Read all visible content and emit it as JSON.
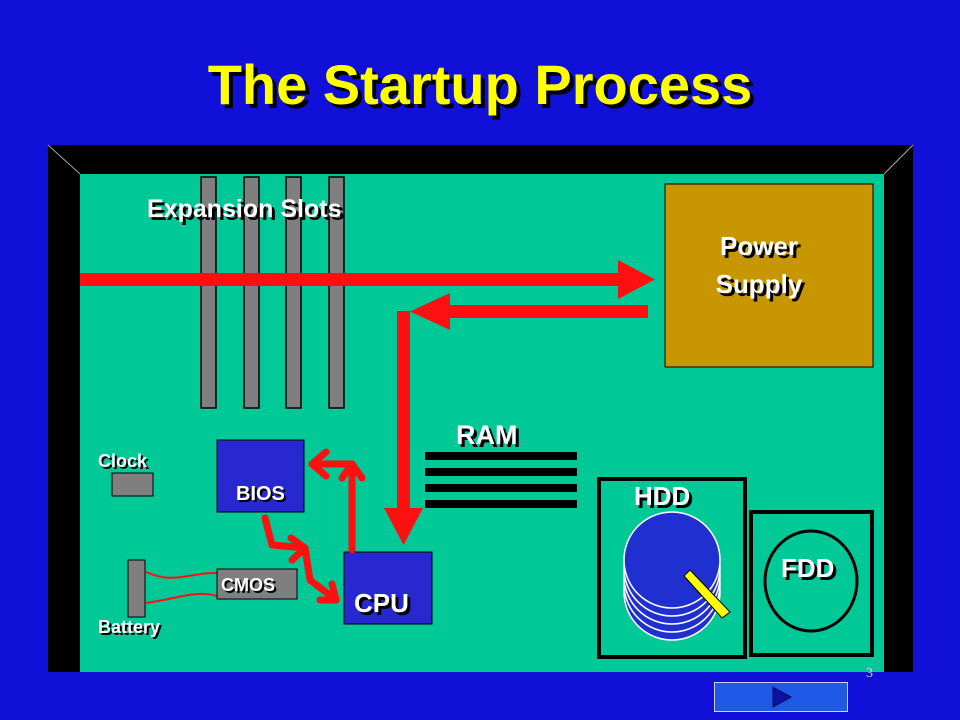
{
  "title": "The Startup Process",
  "page_number": "3",
  "labels": {
    "expansion_slots": "Expansion Slots",
    "power_supply_line1": "Power",
    "power_supply_line2": "Supply",
    "ram": "RAM",
    "clock": "Clock",
    "bios": "BIOS",
    "cmos": "CMOS",
    "battery": "Battery",
    "cpu": "CPU",
    "hdd": "HDD",
    "fdd": "FDD"
  },
  "colors": {
    "background": "#1010d8",
    "board": "#00c896",
    "case": "#000000",
    "arrow": "#ff1010",
    "title": "#ffff00",
    "power_supply": "#c89600",
    "chip": "#2828d0",
    "slot": "#808080"
  },
  "icons": {
    "next_button": "play-triangle-icon"
  }
}
